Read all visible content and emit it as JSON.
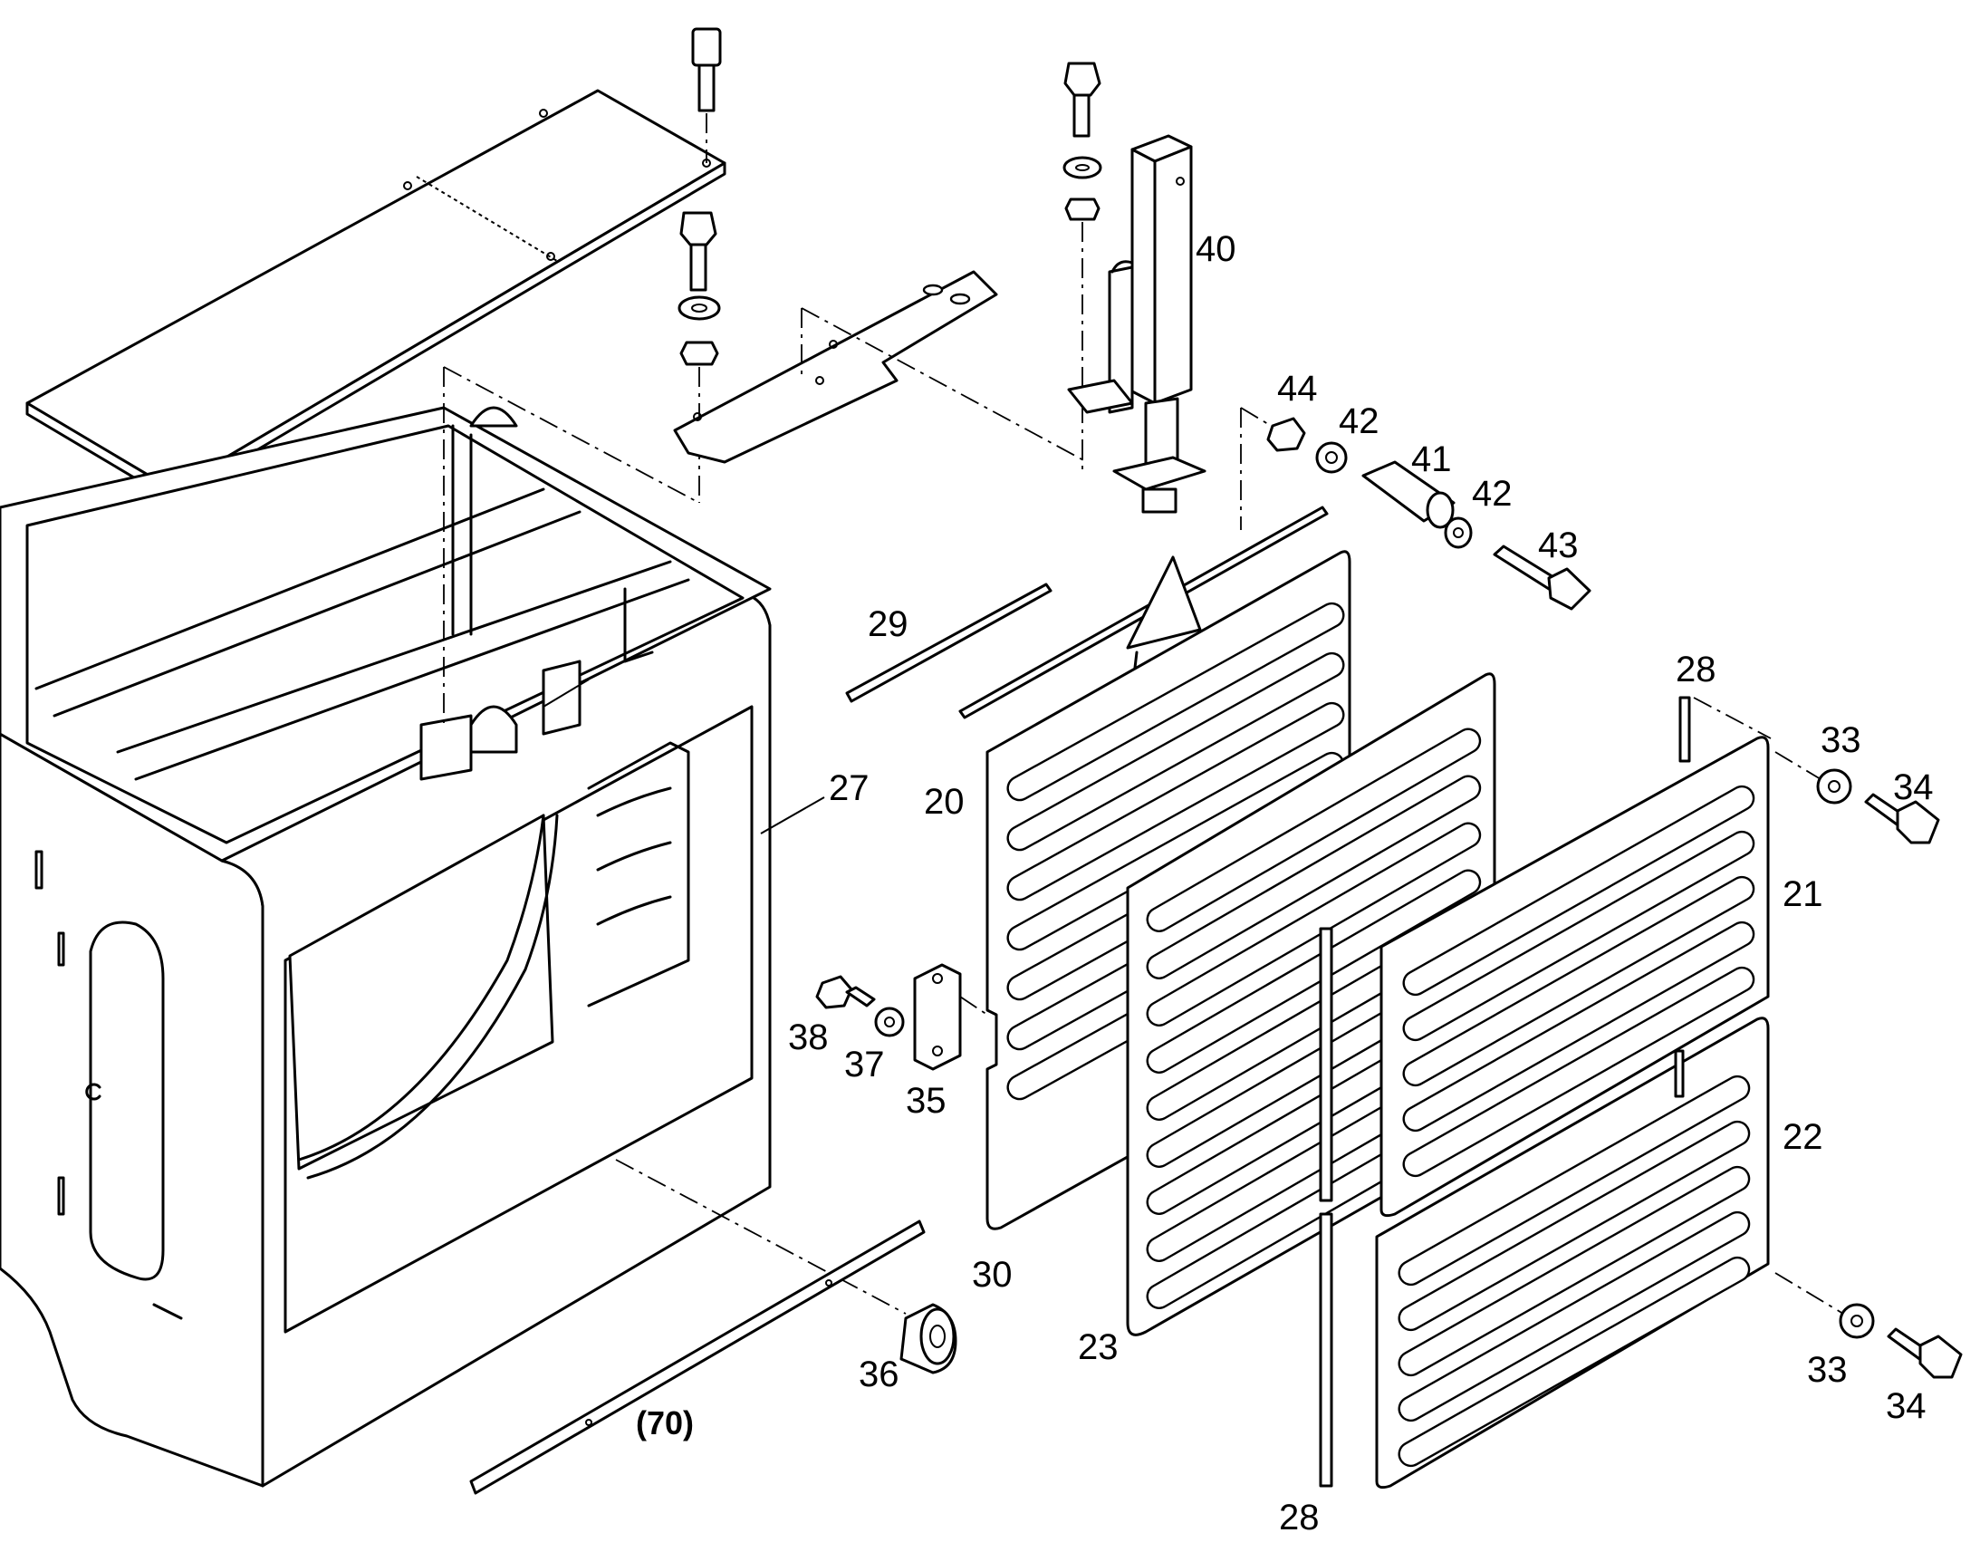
{
  "callouts": {
    "c40": "40",
    "c44": "44",
    "c42a": "42",
    "c41": "41",
    "c42b": "42",
    "c43": "43",
    "c29": "29",
    "c27": "27",
    "c20": "20",
    "c28a": "28",
    "c33a": "33",
    "c34a": "34",
    "c21": "21",
    "c38": "38",
    "c37": "37",
    "c35": "35",
    "c22": "22",
    "c30": "30",
    "c23": "23",
    "c36": "36",
    "c33b": "33",
    "c34b": "34",
    "c70": "(70)",
    "c28b": "28"
  }
}
